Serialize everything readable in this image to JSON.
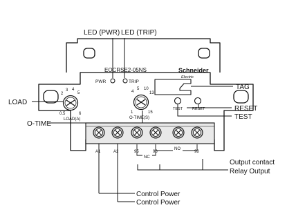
{
  "device": {
    "model": "EOCRSE2-05NS",
    "brand": "Schneider",
    "brand_sub": "Electric",
    "pwr_label": "PWR",
    "trip_label": "TRIP",
    "load_scale": [
      "2",
      "3",
      "4",
      "5",
      "0.5",
      "6"
    ],
    "load_caption": "LOAD(A)",
    "otime_scale": [
      "4",
      "5",
      "10",
      "13",
      "1",
      "15"
    ],
    "otime_caption": "O-TIME(S)",
    "test_label": "TEST",
    "reset_label": "RESET",
    "terminals": [
      "A1",
      "A2",
      "95",
      "96",
      "NO",
      "98"
    ],
    "nc_label": "NC"
  },
  "callouts": {
    "led_pwr": "LED (PWR)",
    "led_trip": "LED (TRIP)",
    "load": "LOAD",
    "otime": "O-TIME",
    "tag": "TAG",
    "reset": "RESET",
    "test": "TEST",
    "output_contact": "Output contact",
    "relay_output": "Relay Output",
    "control_power_1": "Control Power",
    "control_power_2": "Control Power"
  },
  "colors": {
    "line": "#111111",
    "body_fill": "#ffffff",
    "terminal_block_fill": "#e9e9e9",
    "screw_fill": "#cfcfcf"
  }
}
